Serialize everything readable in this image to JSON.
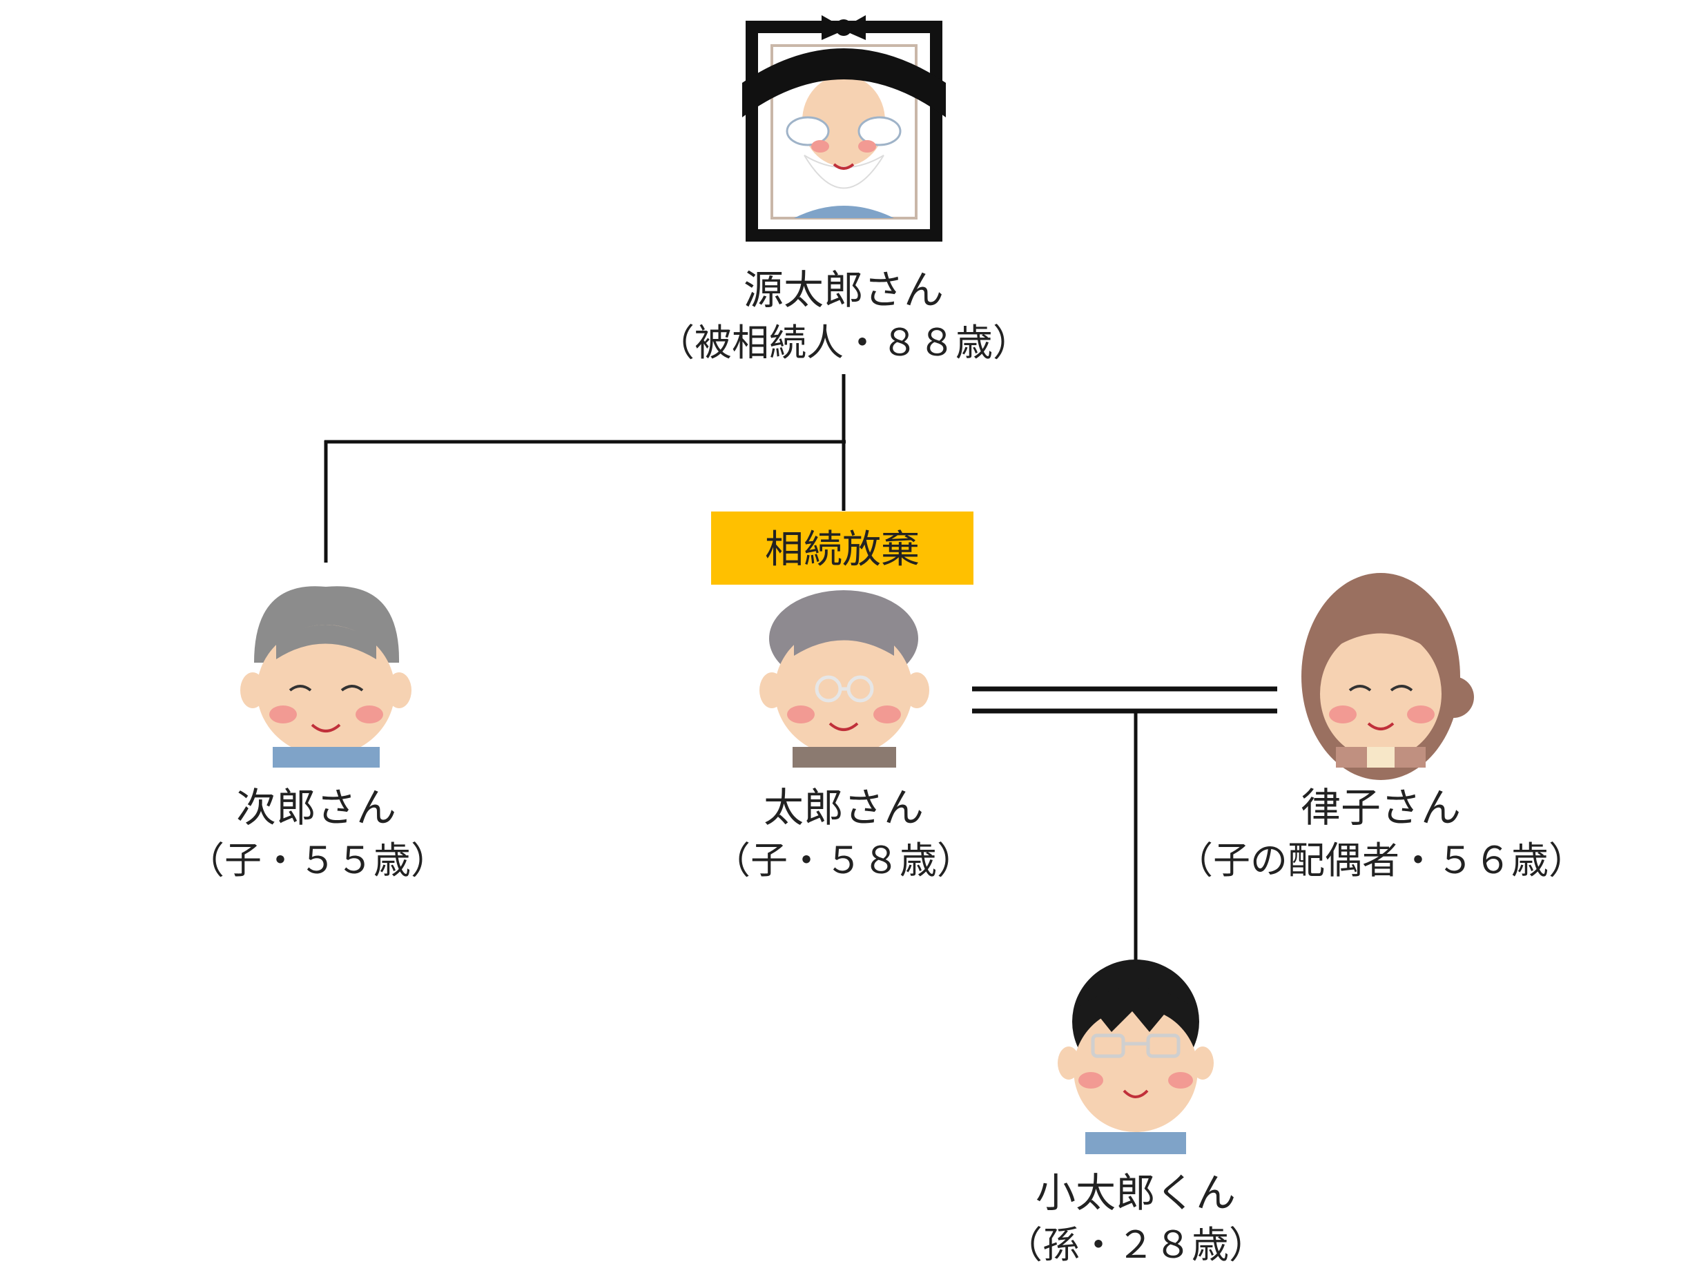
{
  "persons": {
    "gentaro": {
      "name": "源太郎さん",
      "sub": "（被相続人・８８歳）"
    },
    "jiro": {
      "name": "次郎さん",
      "sub": "（子・５５歳）"
    },
    "taro": {
      "name": "太郎さん",
      "sub": "（子・５８歳）"
    },
    "ritsuko": {
      "name": "律子さん",
      "sub": "（子の配偶者・５６歳）"
    },
    "kotaro": {
      "name": "小太郎くん",
      "sub": "（孫・２８歳）"
    }
  },
  "badges": {
    "renunciation": "相続放棄"
  },
  "colors": {
    "badge": "#FFC000",
    "line": "#111111",
    "skin": "#F6D2B2",
    "cheek": "#F29A93",
    "gray_hair": "#8C8C8C",
    "brown_hair": "#9A7060",
    "black_hair": "#1A1A1A",
    "shirt_blue": "#7FA3C8",
    "shirt_brown": "#8B7A70"
  },
  "icons": [
    "memorial-portrait-icon",
    "elderly-man-icon",
    "elderly-man-glasses-icon",
    "elderly-woman-icon",
    "young-man-glasses-icon"
  ]
}
